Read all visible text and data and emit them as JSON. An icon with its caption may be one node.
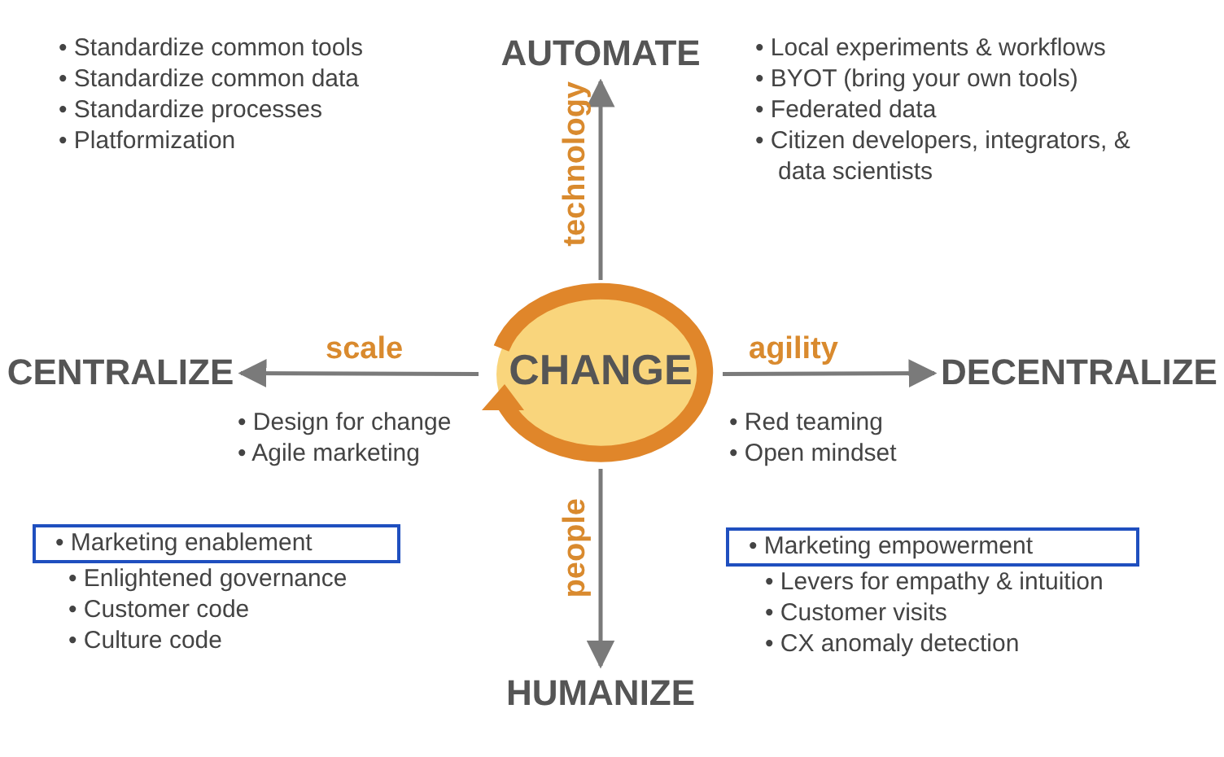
{
  "diagram": {
    "nodes": [
      {
        "text": [
          "CHANGE"
        ]
      },
      {
        "text": [
          "AUTOMATE"
        ]
      },
      {
        "text": [
          "CENTRALIZE"
        ]
      },
      {
        "text": [
          "DECENTRALIZE"
        ]
      },
      {
        "text": [
          "HUMANIZE"
        ]
      },
      {
        "text": [
          "• Marketing enablement"
        ]
      },
      {
        "text": [
          "• Marketing empowerment"
        ]
      }
    ],
    "edges": [
      {
        "from": 0,
        "to": 1,
        "arrow": "to",
        "label": "technology"
      },
      {
        "from": 0,
        "to": 2,
        "arrow": "to",
        "label": "scale"
      },
      {
        "from": 0,
        "to": 3,
        "arrow": "to",
        "label": "agility"
      },
      {
        "from": 0,
        "to": 4,
        "arrow": "to",
        "label": "people"
      }
    ],
    "labels": [
      "• Standardize common tools",
      "• Standardize common data",
      "• Standardize processes",
      "• Platformization",
      "• Local experiments & workflows",
      "• BYOT (bring your own tools)",
      "• Federated data",
      "• Citizen developers, integrators, & data scientists",
      "• Design for change",
      "• Agile marketing",
      "• Red teaming",
      "• Open mindset",
      "• Enlightened governance",
      "• Customer code",
      "• Culture code",
      "• Levers for empathy & intuition",
      "• Customer visits",
      "• CX anomaly detection"
    ]
  }
}
